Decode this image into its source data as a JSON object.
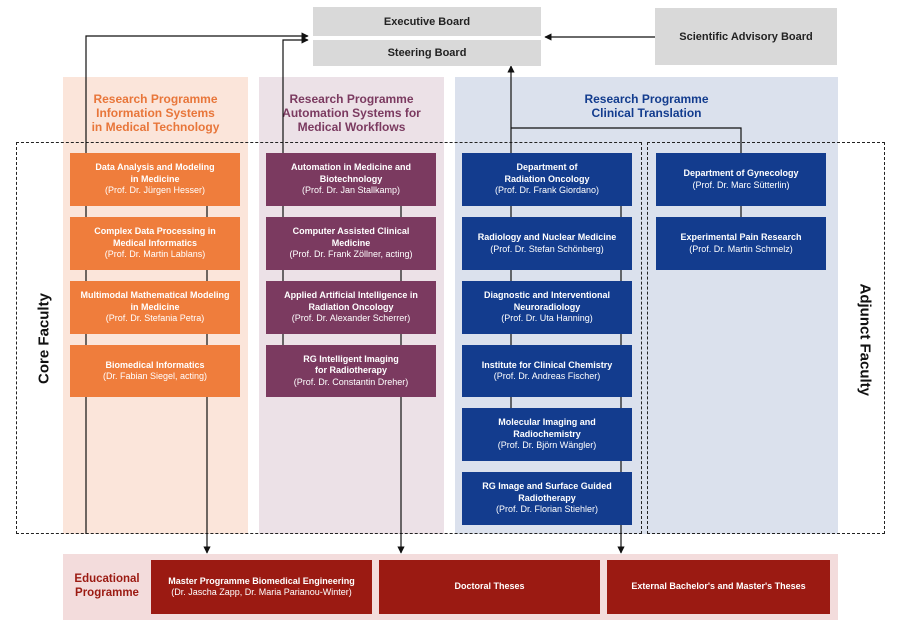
{
  "top": {
    "executive_board": "Executive Board",
    "steering_board": "Steering Board",
    "scientific_advisory_board": "Scientific Advisory Board"
  },
  "columns": [
    {
      "title": "Research Programme\nInformation Systems\nin Medical Technology",
      "color": "#ef7d3c",
      "units": [
        {
          "title": "Data Analysis and Modeling\nin Medicine",
          "person": "(Prof. Dr. Jürgen Hesser)"
        },
        {
          "title": "Complex Data Processing in\nMedical Informatics",
          "person": "(Prof. Dr. Martin Lablans)"
        },
        {
          "title": "Multimodal Mathematical Modeling\nin Medicine",
          "person": "(Prof. Dr. Stefania Petra)"
        },
        {
          "title": "Biomedical Informatics",
          "person": "(Dr. Fabian Siegel, acting)"
        }
      ]
    },
    {
      "title": "Research Programme\nAutomation Systems for\nMedical Workflows",
      "color": "#7b3a60",
      "units": [
        {
          "title": "Automation in Medicine and\nBiotechnology",
          "person": "(Prof. Dr. Jan Stallkamp)"
        },
        {
          "title": "Computer Assisted Clinical\nMedicine",
          "person": "(Prof. Dr. Frank Zöllner, acting)"
        },
        {
          "title": "Applied Artificial Intelligence in\nRadiation Oncology",
          "person": "(Prof. Dr. Alexander Scherrer)"
        },
        {
          "title": "RG Intelligent Imaging\nfor Radiotherapy",
          "person": "(Prof. Dr. Constantin Dreher)"
        }
      ]
    },
    {
      "title": "Research Programme\nClinical Translation",
      "color": "#133c8e",
      "units": [
        {
          "title": "Department of\nRadiation Oncology",
          "person": "(Prof. Dr. Frank Giordano)"
        },
        {
          "title": "Radiology and Nuclear Medicine",
          "person": "(Prof. Dr. Stefan Schönberg)"
        },
        {
          "title": "Diagnostic and Interventional\nNeuroradiology",
          "person": "(Prof. Dr. Uta Hanning)"
        },
        {
          "title": "Institute for Clinical Chemistry",
          "person": "(Prof. Dr. Andreas Fischer)"
        },
        {
          "title": "Molecular Imaging and\nRadiochemistry",
          "person": "(Prof. Dr. Björn Wängler)"
        },
        {
          "title": "RG Image and Surface Guided\nRadiotherapy",
          "person": "(Prof. Dr. Florian Stiehler)"
        }
      ],
      "adjunct_units": [
        {
          "title": "Department of Gynecology",
          "person": "(Prof. Dr. Marc Sütterlin)"
        },
        {
          "title": "Experimental Pain Research",
          "person": "(Prof. Dr. Martin Schmelz)"
        }
      ]
    }
  ],
  "side_labels": {
    "core": "Core Faculty",
    "adjunct": "Adjunct Faculty"
  },
  "education": {
    "label": "Educational\nProgramme",
    "items": [
      {
        "title": "Master Programme Biomedical Engineering",
        "person": "(Dr. Jascha Zapp, Dr. Maria Parianou-Winter)"
      },
      {
        "title": "Doctoral Theses",
        "person": ""
      },
      {
        "title": "External Bachelor's and Master's Theses",
        "person": ""
      }
    ]
  }
}
